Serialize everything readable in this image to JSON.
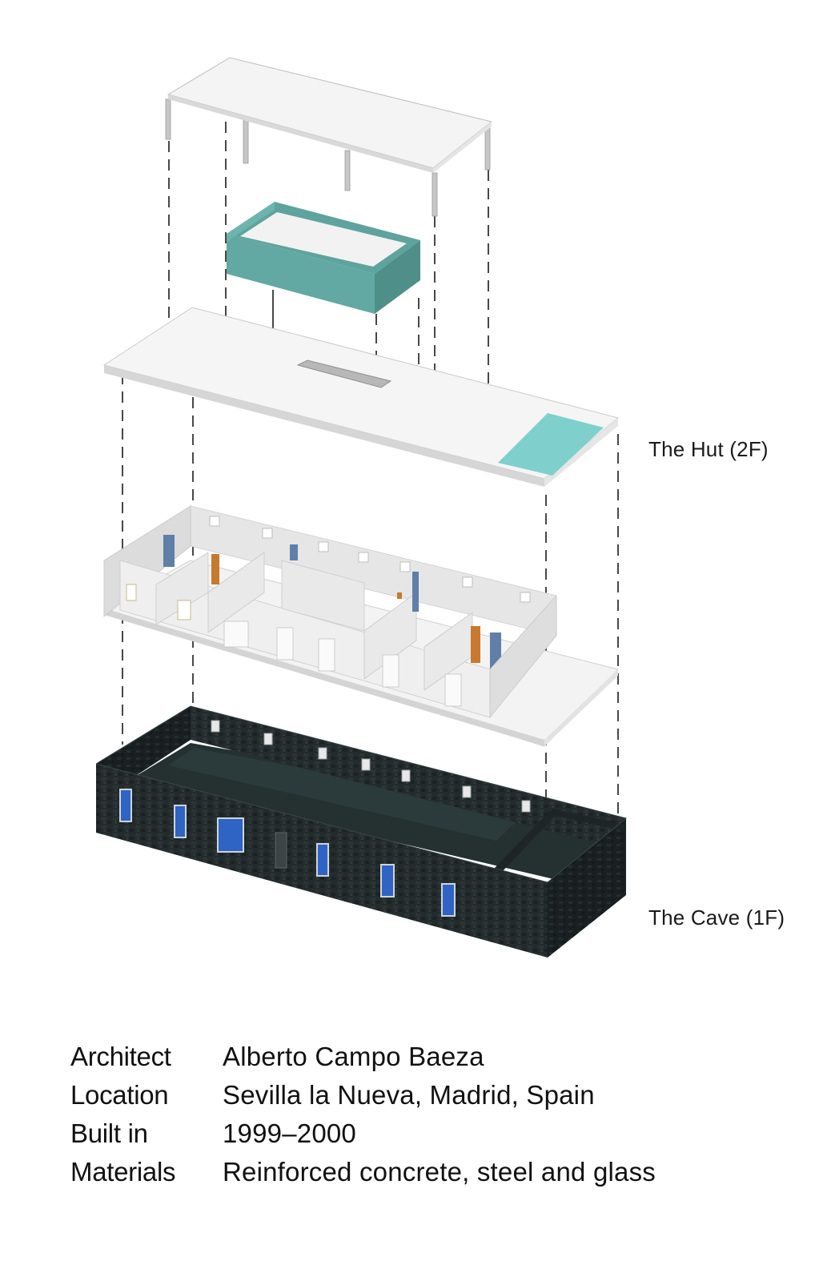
{
  "layers": {
    "hut_label": "The Hut (2F)",
    "cave_label": "The Cave (1F)"
  },
  "colors": {
    "accent_teal": "#5b9d98",
    "pool_teal": "#7fd0cc",
    "cave_dark": "#222a2b",
    "wall_light": "#ececec",
    "slab_white": "#f7f7f7",
    "window_blue": "#2f63c4",
    "door_wood": "#c8782f"
  },
  "info": {
    "rows": [
      {
        "key": "Architect",
        "value": "Alberto Campo Baeza"
      },
      {
        "key": "Location",
        "value": "Sevilla la Nueva, Madrid, Spain"
      },
      {
        "key": "Built in",
        "value": "1999–2000"
      },
      {
        "key": "Materials",
        "value": "Reinforced concrete, steel and glass"
      }
    ]
  }
}
